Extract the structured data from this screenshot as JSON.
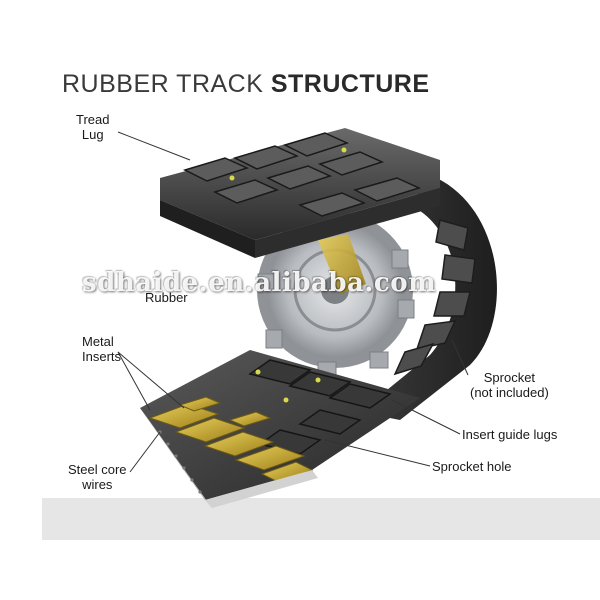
{
  "title": {
    "light": "RUBBER TRACK ",
    "bold": "STRUCTURE"
  },
  "labels": {
    "tread_lug": [
      "Tread",
      "Lug"
    ],
    "rubber": "Rubber",
    "metal_inserts": [
      "Metal",
      "Inserts"
    ],
    "sprocket": [
      "Sprocket",
      "(not included)"
    ],
    "insert_guide_lugs": "Insert guide lugs",
    "sprocket_hole": "Sprocket hole",
    "steel_core_wires": [
      "Steel core",
      "wires"
    ]
  },
  "watermark": "sdhaide.en.alibaba.com",
  "colors": {
    "rubber_dark": "#2b2b2b",
    "rubber_mid": "#4a4a4a",
    "sprocket_grey": "#b9bcc0",
    "metal_gold": "#c9a92e",
    "ground": "#e6e6e6"
  }
}
